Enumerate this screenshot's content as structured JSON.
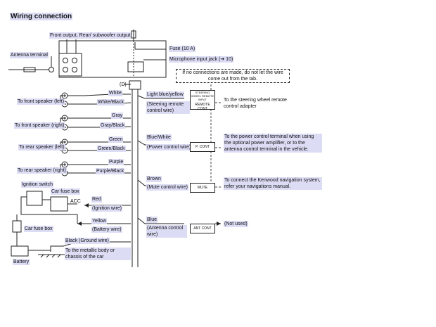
{
  "header": {
    "title": "Wiring connection"
  },
  "unit": {
    "front_rear_output": "Front output, Rear/ subwoofer output",
    "antenna_terminal": "Antenna terminal",
    "fuse": "Fuse (10 A)",
    "mic_jack": "Microphone input jack (➔ 10)",
    "connector": "(D)"
  },
  "note": "If no connections are made, do not let the wire come out from the tab.",
  "speakers": [
    {
      "label": "To front speaker (left)",
      "plus": "White",
      "minus": "White/Black"
    },
    {
      "label": "To front speaker (right)",
      "plus": "Gray",
      "minus": "Gray/Black"
    },
    {
      "label": "To rear speaker (left)",
      "plus": "Green",
      "minus": "Green/Black"
    },
    {
      "label": "To rear speaker (right)",
      "plus": "Purple",
      "minus": "Purple/Black"
    }
  ],
  "power": {
    "ignition_switch": "Ignition switch",
    "car_fuse_box_top": "Car fuse box",
    "acc": "ACC",
    "red": "Red",
    "red_sub": "(Ignition wire)",
    "yellow": "Yellow",
    "yellow_sub": "(Battery wire)",
    "car_fuse_box_left": "Car fuse box",
    "battery": "Battery",
    "black": "Black (Ground wire)",
    "ground_desc": "To the metallic body or chassis of the car"
  },
  "right_wires": [
    {
      "color": "Light blue/yellow",
      "desc": "(Steering remote control wire)",
      "box": "STEERING WHEEL REMOTE INPUT",
      "box2": "REMOTE CONT",
      "target": "To the steering wheel remote control adapter"
    },
    {
      "color": "Blue/White",
      "desc": "(Power control wire)",
      "box": "P. CONT",
      "target": "To the power control terminal when using the optional power amplifier, or to the antenna control terminal in the vehicle."
    },
    {
      "color": "Brown",
      "desc": "(Mute control wire)",
      "box": "MUTE",
      "target": "To connect the Kenwood navigation system, refer your navigations manual."
    },
    {
      "color": "Blue",
      "desc": "(Antenna control wire)",
      "box": "ANT CONT",
      "target": "(Not used)"
    }
  ]
}
